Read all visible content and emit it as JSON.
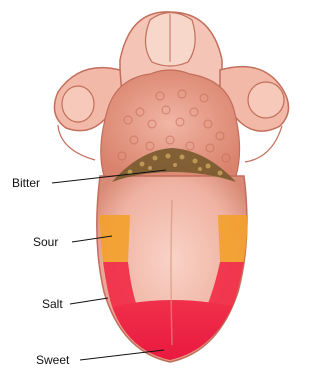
{
  "diagram": {
    "labels": {
      "bitter": "Bitter",
      "sour": "Sour",
      "salt": "Salt",
      "sweet": "Sweet"
    },
    "colors": {
      "flesh": "#efb2a2",
      "flesh_dark": "#c9735f",
      "bumpy": "#e8a08e",
      "bitter_zone": "#7a5a2e",
      "sour_zone": "#f3a02a",
      "salt_zone": "#f0304a",
      "sweet_zone": "#e8153e",
      "leader_line": "#111111"
    }
  }
}
